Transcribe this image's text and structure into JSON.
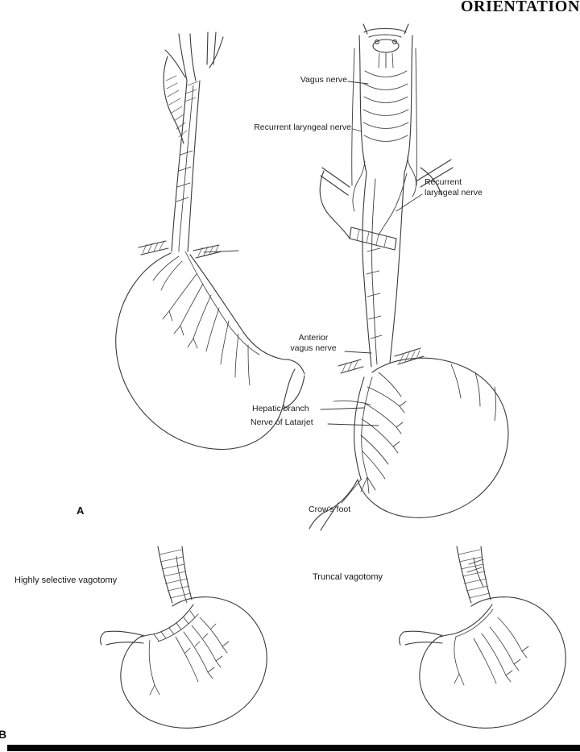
{
  "header": {
    "title": "ORIENTATION"
  },
  "panel_a": {
    "label": "A",
    "annotations": {
      "vagus_nerve": "Vagus nerve",
      "recurrent_laryngeal_left": "Recurrent laryngeal nerve",
      "recurrent_laryngeal_right": [
        "Recurrent",
        "laryngeal nerve"
      ],
      "anterior_vagus": [
        "Anterior",
        "vagus nerve"
      ],
      "hepatic_branch": "Hepatic branch",
      "nerve_of_latarjet": "Nerve of Latarjet",
      "crows_foot": "Crow's foot"
    }
  },
  "panel_b": {
    "label": "B",
    "annotations": {
      "highly_selective_vagotomy": "Highly selective vagotomy",
      "truncal_vagotomy": "Truncal vagotomy"
    }
  }
}
